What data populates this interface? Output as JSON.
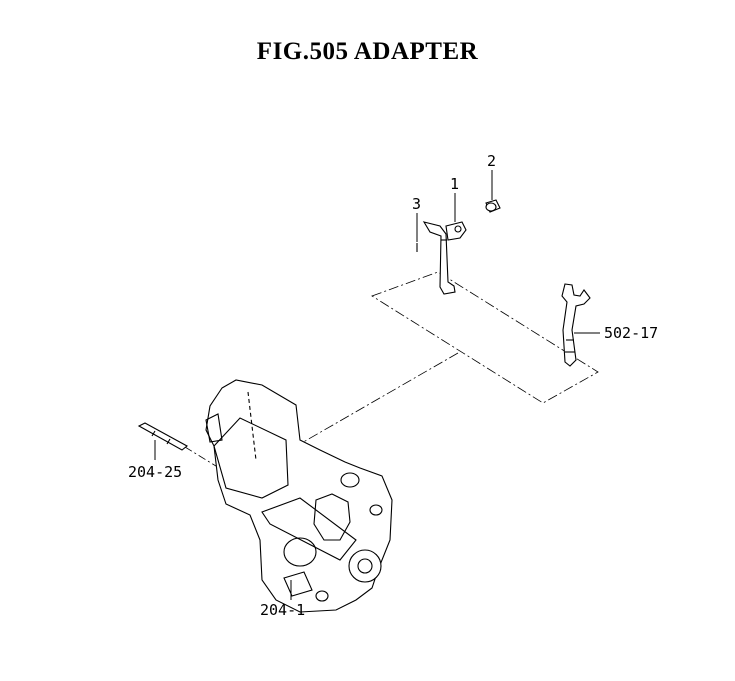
{
  "title": "FIG.505  ADAPTER",
  "callouts": {
    "c1": "1",
    "c2": "2",
    "c3": "3",
    "c50217": "502-17",
    "c20425": "204-25",
    "c2041": "204-1"
  }
}
